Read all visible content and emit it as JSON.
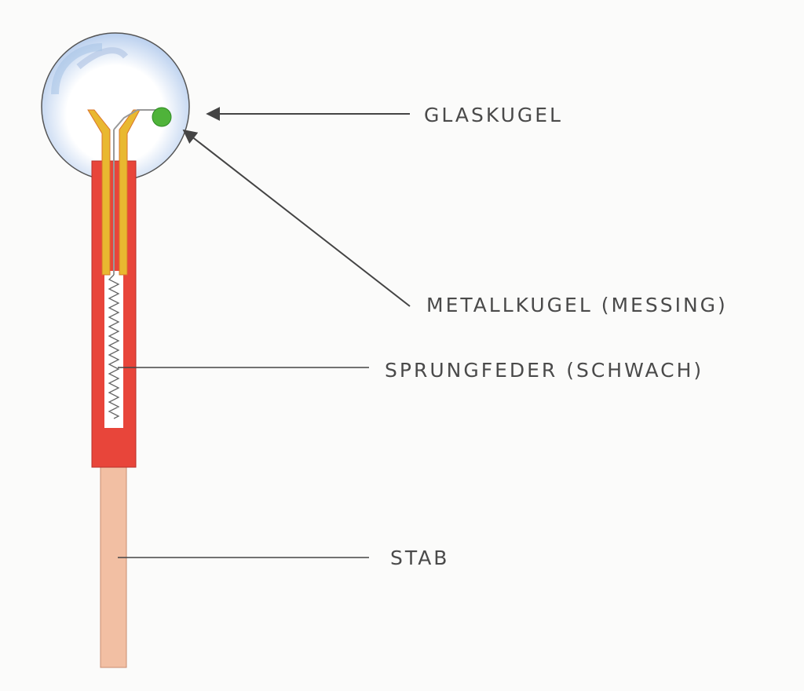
{
  "labels": {
    "glaskugel": "GLASKUGEL",
    "metallkugel": "METALLKUGEL (MESSING)",
    "sprungfeder": "SPRUNGFEDER (SCHWACH)",
    "stab": "STAB"
  },
  "colors": {
    "tube": "#e8453a",
    "yellow": "#e9b830",
    "stick": "#f2bfa3",
    "ball": "#4fb33a",
    "glass": "#a9c4e6",
    "line": "#444444"
  }
}
